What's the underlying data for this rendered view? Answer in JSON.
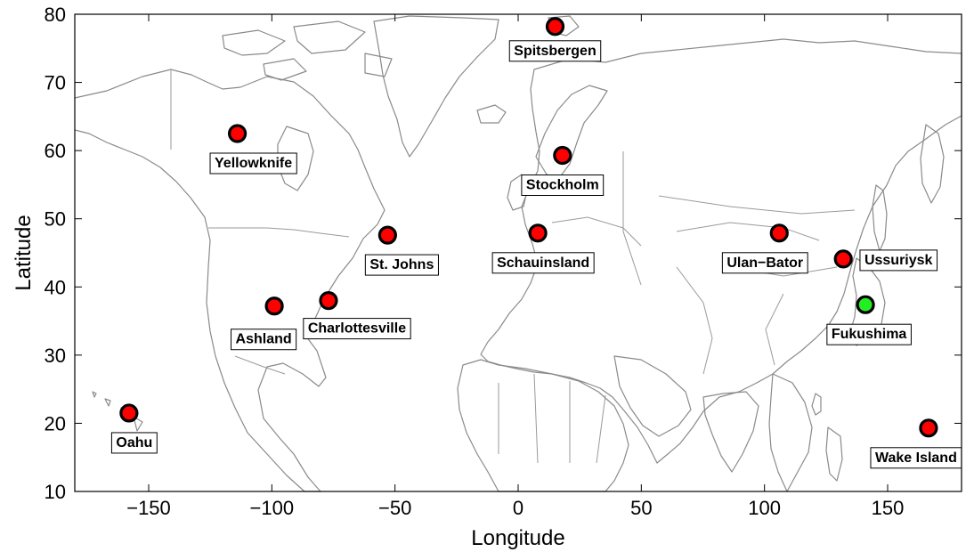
{
  "chart_data": {
    "type": "scatter",
    "title": "",
    "xlabel": "Longitude",
    "ylabel": "Latitude",
    "xlim": [
      -180,
      180
    ],
    "ylim": [
      10,
      80
    ],
    "xticks": [
      "-150",
      "-100",
      "-50",
      "0",
      "50",
      "100",
      "150"
    ],
    "xtick_values": [
      -150,
      -100,
      -50,
      0,
      50,
      100,
      150
    ],
    "yticks": [
      "10",
      "20",
      "30",
      "40",
      "50",
      "60",
      "70",
      "80"
    ],
    "ytick_values": [
      10,
      20,
      30,
      40,
      50,
      60,
      70,
      80
    ],
    "grid": false,
    "basemap": "world coastlines and country borders (gray)",
    "marker_edge_color": "#000000",
    "points": [
      {
        "name": "Spitsbergen",
        "lon": 15,
        "lat": 78.2,
        "color": "#ff0000"
      },
      {
        "name": "Yellowknife",
        "lon": -114,
        "lat": 62.5,
        "color": "#ff0000"
      },
      {
        "name": "Stockholm",
        "lon": 18,
        "lat": 59.3,
        "color": "#ff0000"
      },
      {
        "name": "St. Johns",
        "lon": -53,
        "lat": 47.6,
        "color": "#ff0000"
      },
      {
        "name": "Schauinsland",
        "lon": 8,
        "lat": 47.9,
        "color": "#ff0000"
      },
      {
        "name": "Ulan−Bator",
        "lon": 106,
        "lat": 47.9,
        "color": "#ff0000"
      },
      {
        "name": "Ussuriysk",
        "lon": 132,
        "lat": 44.1,
        "color": "#ff0000"
      },
      {
        "name": "Ashland",
        "lon": -99,
        "lat": 37.2,
        "color": "#ff0000"
      },
      {
        "name": "Charlottesville",
        "lon": -77,
        "lat": 38.0,
        "color": "#ff0000"
      },
      {
        "name": "Fukushima",
        "lon": 141,
        "lat": 37.4,
        "color": "#22ee22"
      },
      {
        "name": "Oahu",
        "lon": -158,
        "lat": 21.5,
        "color": "#ff0000"
      },
      {
        "name": "Wake Island",
        "lon": 166.6,
        "lat": 19.3,
        "color": "#ff0000"
      }
    ]
  }
}
